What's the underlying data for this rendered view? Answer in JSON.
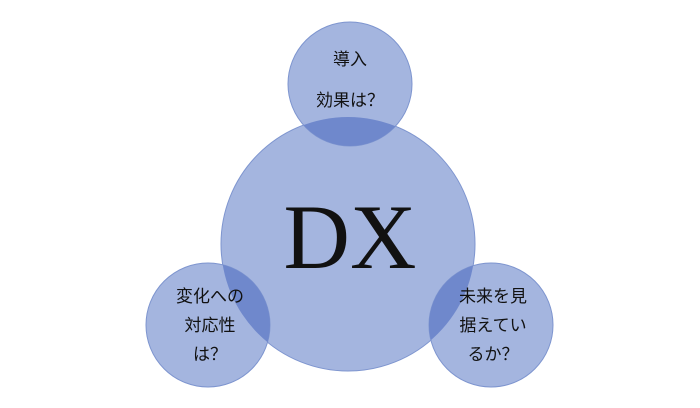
{
  "diagram": {
    "center": {
      "label": "DX"
    },
    "satellites": [
      {
        "id": "top",
        "lines": [
          "導入",
          "効果は？"
        ]
      },
      {
        "id": "left",
        "lines": [
          "変化への",
          "対応性",
          "は？"
        ]
      },
      {
        "id": "right",
        "lines": [
          "未来を見",
          "据えてい",
          "るか？"
        ]
      }
    ]
  },
  "colors": {
    "circle_fill": "#a4b5df",
    "circle_stroke": "#7e95cf",
    "overlap_fill": "#6f88cc",
    "text": "#111111"
  }
}
